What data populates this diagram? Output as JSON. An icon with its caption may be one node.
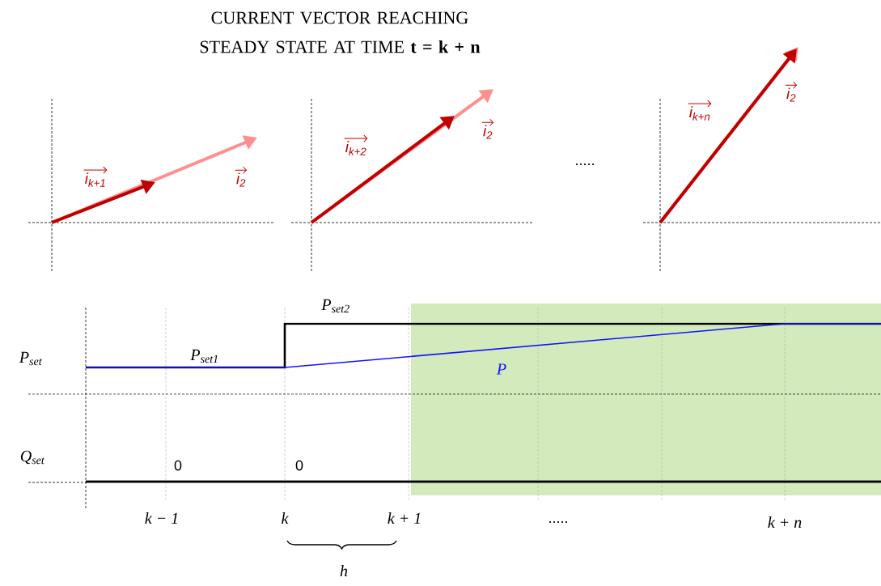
{
  "diagram": {
    "title": "CURRENT VECTOR REACHING STEADY STATE AT TIME **t = k + n**",
    "labels": [
      "i$_{k+1}$",
      "i$_{2}$",
      "i$_{k+2}$",
      "i$_{2}$",
      ".....",
      "i$_{k+n}$",
      "i$_{2}$",
      "P$_{set2}$",
      "P$_{set}$",
      "P$_{set1}$",
      "P",
      "Q$_{set}$",
      "0",
      "0",
      "k − 1",
      "k",
      "k + 1",
      ".....",
      "k + n",
      "h"
    ]
  }
}
